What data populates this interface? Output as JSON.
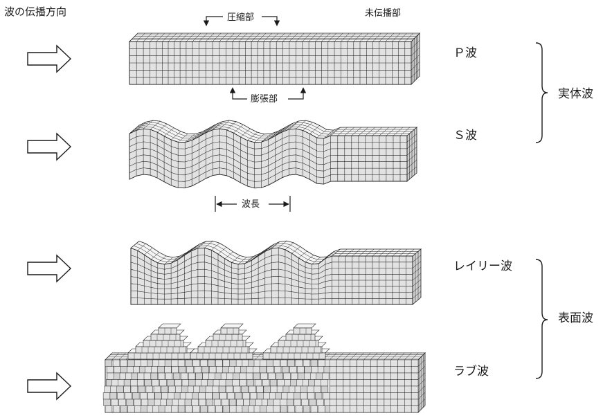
{
  "header": {
    "propagation_direction": "波の伝播方向",
    "not_propagated": "未伝播部"
  },
  "p_wave": {
    "label": "Ｐ波",
    "compression": "圧縮部",
    "expansion": "膨張部"
  },
  "s_wave": {
    "label": "Ｓ波",
    "wavelength": "波長"
  },
  "rayleigh_wave": {
    "label": "レイリー波"
  },
  "love_wave": {
    "label": "ラブ波"
  },
  "groups": {
    "body_waves": "実体波",
    "surface_waves": "表面波"
  },
  "colors": {
    "block_face": "#e2e2e2",
    "block_top": "#f4f4f4",
    "block_side": "#cfcfcf",
    "grid_line": "#202020"
  }
}
